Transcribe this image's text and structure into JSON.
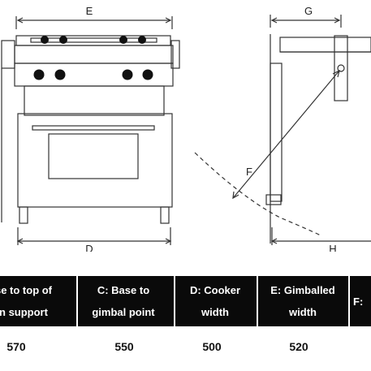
{
  "dimensions": {
    "e": "E",
    "g": "G",
    "d": "D",
    "h": "H",
    "f": "F"
  },
  "table": {
    "headers": [
      "se to top of\nn support",
      "C: Base to\ngimbal point",
      "D: Cooker\nwidth",
      "E: Gimballed\nwidth",
      "F:"
    ],
    "values": [
      "570",
      "550",
      "500",
      "520",
      ""
    ]
  },
  "colors": {
    "line": "#333333",
    "header_bg": "#0a0a0a",
    "header_text": "#ffffff"
  }
}
